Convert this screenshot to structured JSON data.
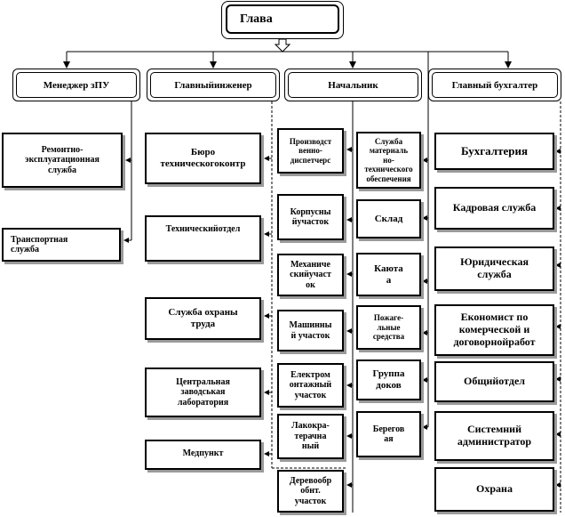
{
  "top": {
    "label": "Глава"
  },
  "headers": {
    "manager": "Менеджер зПУ",
    "engineer": "Главныйинженер",
    "chief": "Начальник",
    "accountant": "Главный бухгалтер"
  },
  "col1": {
    "repair": [
      "Ремонтно-",
      "эксплуатационная",
      "служба"
    ],
    "transport": [
      "Транспортная",
      "служба"
    ]
  },
  "col2": {
    "bureau": [
      "Бюро",
      "техническогоконтр"
    ],
    "techdept": [
      "Техническийотдел"
    ],
    "safety": [
      "Служба охраны",
      "труда"
    ],
    "lab": [
      "Центральная",
      "заводськая",
      "лаборатория"
    ],
    "medic": [
      "Медпункт"
    ]
  },
  "col3": {
    "dispatch": [
      "Производст",
      "венно-",
      "диспетчерс"
    ],
    "hull": [
      "Корпусны",
      "йучасток"
    ],
    "mech": [
      "Механиче",
      "скийучаст",
      "ок"
    ],
    "machine": [
      "Машинны",
      "й участок"
    ],
    "electro": [
      "Електром",
      "онтажный",
      "участок"
    ],
    "paint": [
      "Лакокра-",
      "терачна",
      "ный"
    ],
    "wood": [
      "Деревообр",
      "обнт.",
      "участок"
    ]
  },
  "col4": {
    "supply": [
      "Служба",
      "материаль",
      "но-",
      "технического",
      "обеспечения"
    ],
    "warehouse": [
      "Склад"
    ],
    "canteen": [
      "Каюта",
      "а"
    ],
    "fire": [
      "Пожаге-",
      "льные",
      "средства"
    ],
    "docks": [
      "Группа",
      "доков"
    ],
    "coast": [
      "Берегов",
      "ая"
    ]
  },
  "col5": {
    "accounting": [
      "Бухгалтерия"
    ],
    "hr": [
      "Кадровая служба"
    ],
    "legal": [
      "Юридическая",
      "служба"
    ],
    "economist": [
      "Економист по",
      "комерческой и",
      "договорнойработ"
    ],
    "general": [
      "Общийотдел"
    ],
    "sysadmin": [
      "Системний",
      "администратор"
    ],
    "security": [
      "Охрана"
    ]
  }
}
